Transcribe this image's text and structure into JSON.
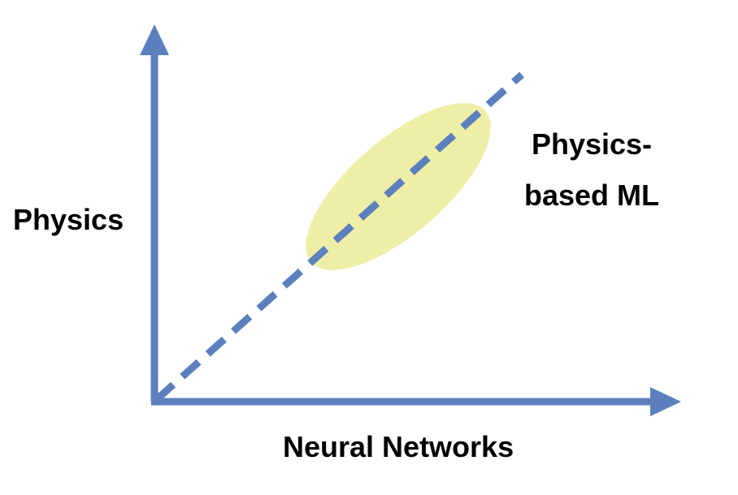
{
  "diagram": {
    "y_axis_label": "Physics",
    "x_axis_label": "Neural Networks",
    "region_label_line1": "Physics-",
    "region_label_line2": "based ML",
    "colors": {
      "axis": "#5b80bd",
      "dashed_line": "#5b80bd",
      "highlight_fill": "#eeee99",
      "text": "#000000"
    }
  }
}
